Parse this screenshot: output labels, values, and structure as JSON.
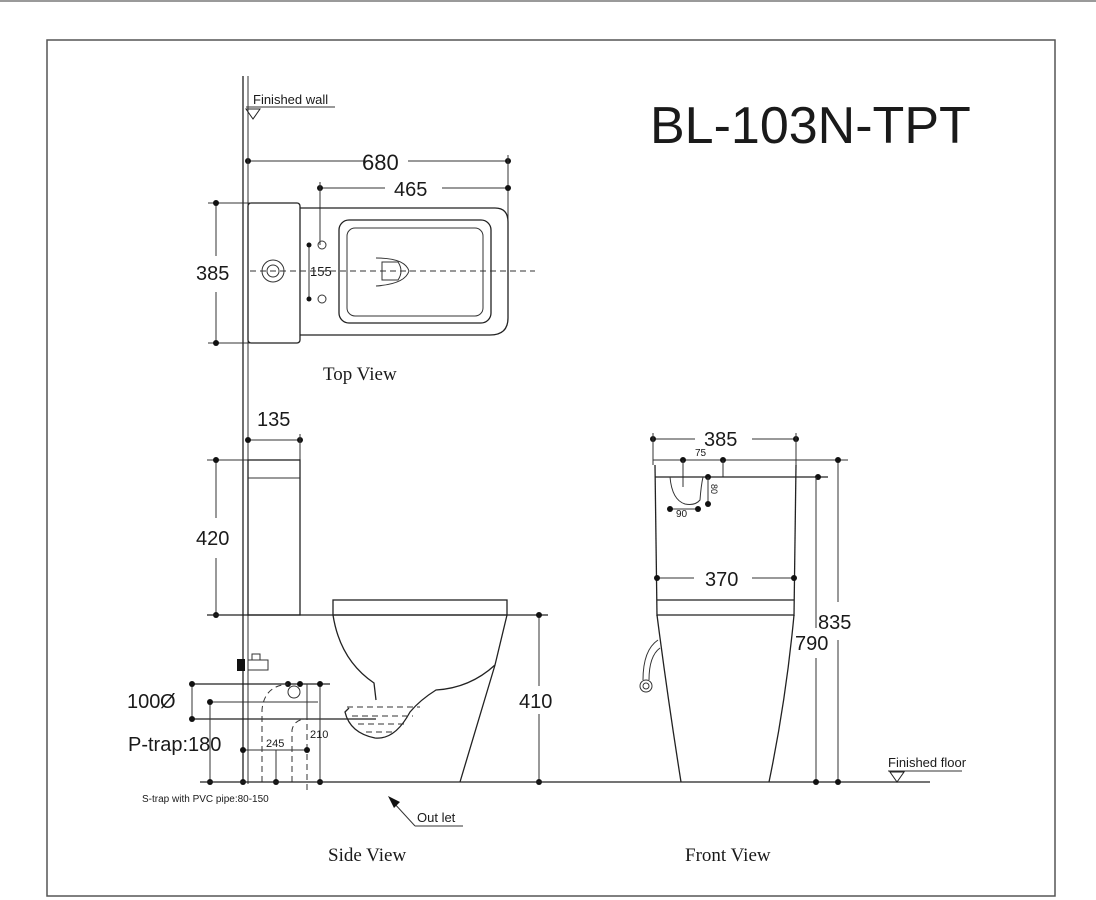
{
  "title": "BL-103N-TPT",
  "references": {
    "finished_wall": "Finished wall",
    "finished_floor": "Finished floor"
  },
  "top_view": {
    "label": "Top View",
    "dims": {
      "overall_length": "680",
      "bowl_length": "465",
      "width": "385",
      "fixing_spacing": "155"
    }
  },
  "side_view": {
    "label": "Side View",
    "dims": {
      "tank_depth": "135",
      "tank_height": "420",
      "seat_height": "410",
      "outlet_offset": "100",
      "outlet_symbol": "Ø",
      "p_trap": "P-trap:180",
      "p_trap_245": "245",
      "p_trap_210": "210",
      "s_trap_note": "S-trap with PVC pipe:80-150"
    },
    "outlet_label": "Out let"
  },
  "front_view": {
    "label": "Front View",
    "dims": {
      "top_width": "385",
      "button_offset": "75",
      "button_depth": "80",
      "button_width": "90",
      "bowl_width": "370",
      "overall_height": "835",
      "tank_top_height": "790"
    }
  }
}
